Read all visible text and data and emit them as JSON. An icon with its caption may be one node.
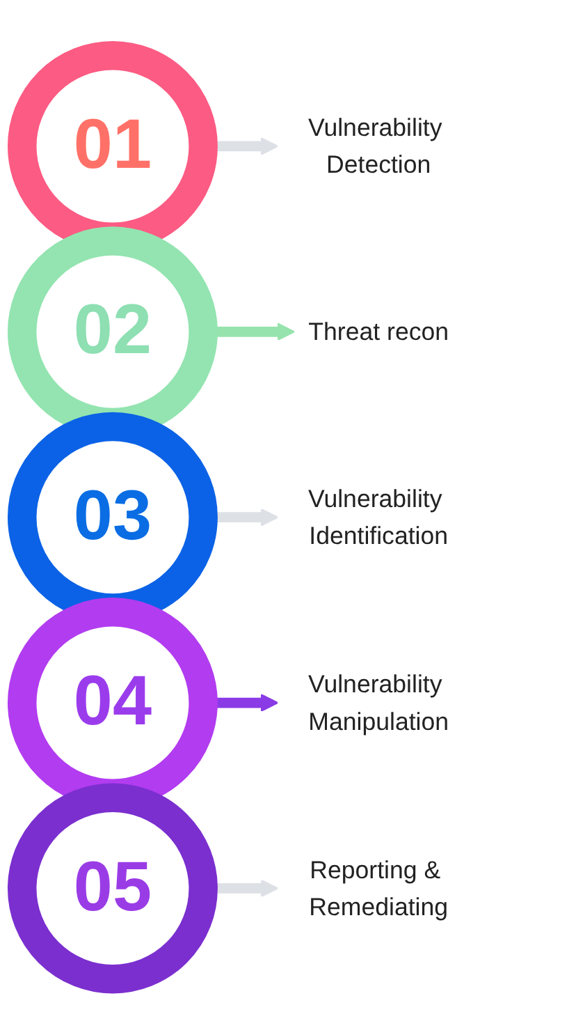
{
  "diagram": {
    "nodes": [
      {
        "text": [
          "01"
        ]
      },
      {
        "text": [
          "Vulnerability Detection"
        ]
      },
      {
        "text": [
          "02"
        ]
      },
      {
        "text": [
          "Threat recon"
        ]
      },
      {
        "text": [
          "03"
        ]
      },
      {
        "text": [
          "Vulnerability Identification"
        ]
      },
      {
        "text": [
          "04"
        ]
      },
      {
        "text": [
          "Vulnerability Manipulation"
        ]
      },
      {
        "text": [
          "05"
        ]
      },
      {
        "text": [
          "Reporting & Remediating"
        ]
      }
    ],
    "edges": [
      {
        "from": 0,
        "to": 1,
        "arrow": "to"
      },
      {
        "from": 2,
        "to": 3,
        "arrow": "to",
        "color": "#96e3ad"
      },
      {
        "from": 4,
        "to": 5,
        "arrow": "to"
      },
      {
        "from": 6,
        "to": 7,
        "arrow": "to",
        "color": "#8a3be6"
      },
      {
        "from": 8,
        "to": 9,
        "arrow": "to"
      }
    ]
  }
}
